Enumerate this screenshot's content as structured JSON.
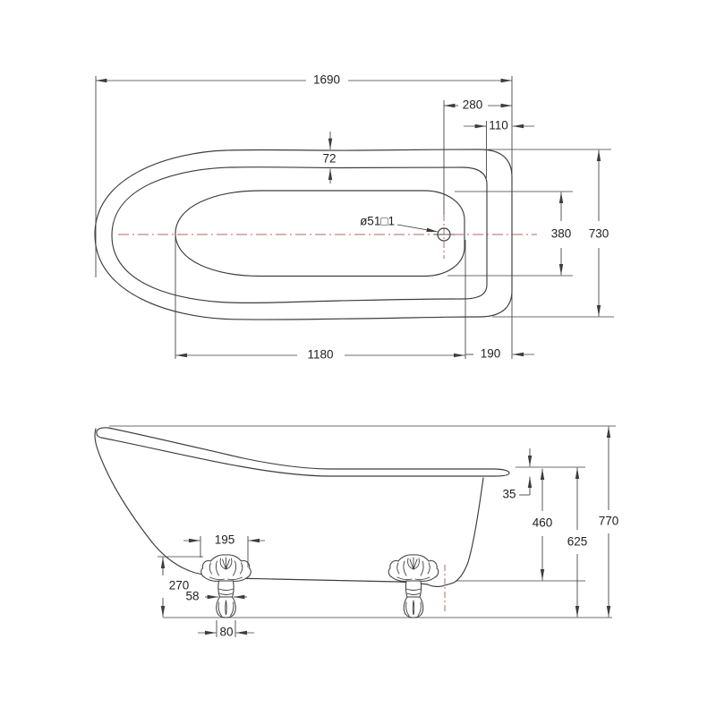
{
  "colors": {
    "background": "#ffffff",
    "line": "#3d3d3d",
    "centerline": "#b2675f",
    "text": "#1f1f1f"
  },
  "views": {
    "plan": {
      "name": "bathtub-top-view",
      "dims": {
        "overall_length": "1690",
        "drain_to_right_end": "280",
        "rim_overhang_right": "110",
        "rim_width": "72",
        "drain_diameter": "ø51□1",
        "inner_width": "380",
        "overall_width": "730",
        "inner_length": "1180",
        "inner_to_right_end": "190"
      }
    },
    "elevation": {
      "name": "bathtub-side-view",
      "dims": {
        "rim_thickness": "35",
        "inner_depth": "460",
        "overall_height": "770",
        "rim_height": "625",
        "foot_crown_width": "195",
        "underside_height": "270",
        "foot_ankle_width": "58",
        "foot_base_width": "80"
      }
    }
  }
}
